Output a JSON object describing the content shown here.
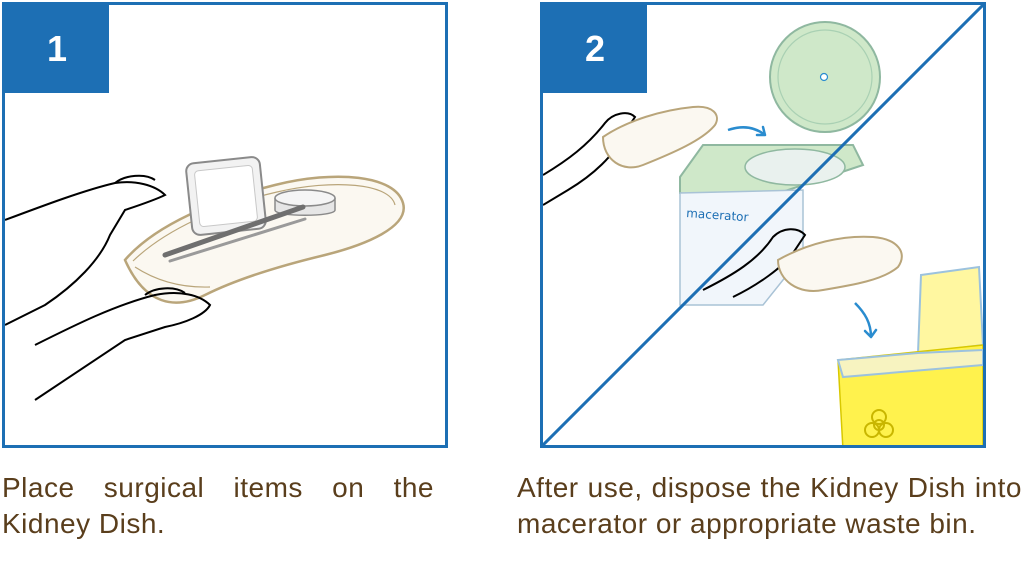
{
  "steps": [
    {
      "number": "1",
      "caption": "Place surgical items on the Kidney Dish."
    },
    {
      "number": "2",
      "caption": "After use, dispose the Kidney Dish into macerator or appropriate waste bin."
    }
  ],
  "illustration": {
    "macerator_label": "macerator"
  },
  "colors": {
    "frame": "#1d6fb4",
    "badge_text": "#ffffff",
    "caption_text": "#5a3e1c",
    "dish_outline": "#b9a57a",
    "macerator_green": "#cfe8c9",
    "bin_yellow": "#fff24d",
    "arrow_blue": "#2a8ccf"
  }
}
